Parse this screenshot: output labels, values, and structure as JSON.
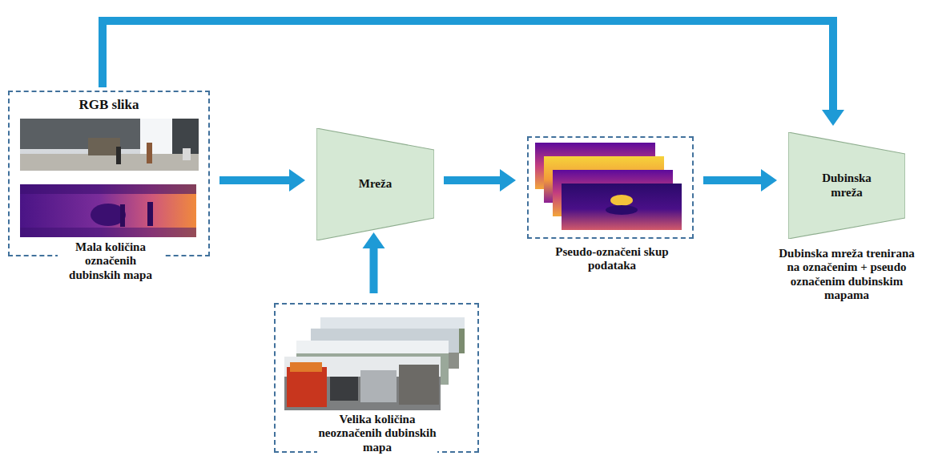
{
  "diagram": {
    "nodes": [
      {
        "text": [
          "RGB slika",
          "Mala količina označenih dubinskih mapa"
        ]
      },
      {
        "text": [
          "Mreža"
        ]
      },
      {
        "text": [
          "Pseudo-označeni skup podataka"
        ]
      },
      {
        "text": [
          "Dubinska mreža",
          "Dubinska mreža trenirana na označenim + pseudo označenim dubinskim mapama"
        ]
      },
      {
        "text": [
          "Velika količina neoznačenih dubinskih mapa"
        ]
      }
    ],
    "edges": [
      {
        "from": 0,
        "to": 1,
        "arrow": "to"
      },
      {
        "from": 4,
        "to": 1,
        "arrow": "to"
      },
      {
        "from": 1,
        "to": 2,
        "arrow": "to"
      },
      {
        "from": 2,
        "to": 3,
        "arrow": "to"
      },
      {
        "from": 0,
        "to": 3,
        "arrow": "to"
      }
    ]
  }
}
